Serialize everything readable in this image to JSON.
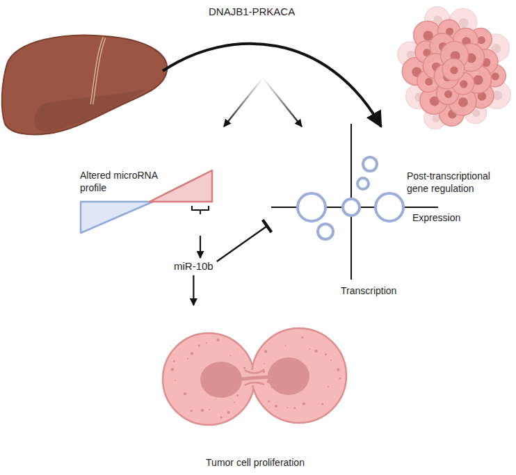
{
  "diagram": {
    "nodes": [
      {
        "text": [
          "Altered microRNA profile"
        ]
      },
      {
        "text": [
          "Post-transcriptional gene regulation"
        ]
      },
      {
        "text": [
          "miR-10b"
        ]
      },
      {
        "text": [
          "Tumor cell proliferation"
        ]
      }
    ],
    "edges": [
      {
        "from": 0,
        "to": 2,
        "arrow": "to"
      },
      {
        "from": 2,
        "to": 1,
        "arrow": "to"
      },
      {
        "from": 2,
        "to": 3,
        "arrow": "to"
      }
    ],
    "labels": [
      "DNAJB1-PRKACA",
      "Expression",
      "Transcription"
    ]
  }
}
